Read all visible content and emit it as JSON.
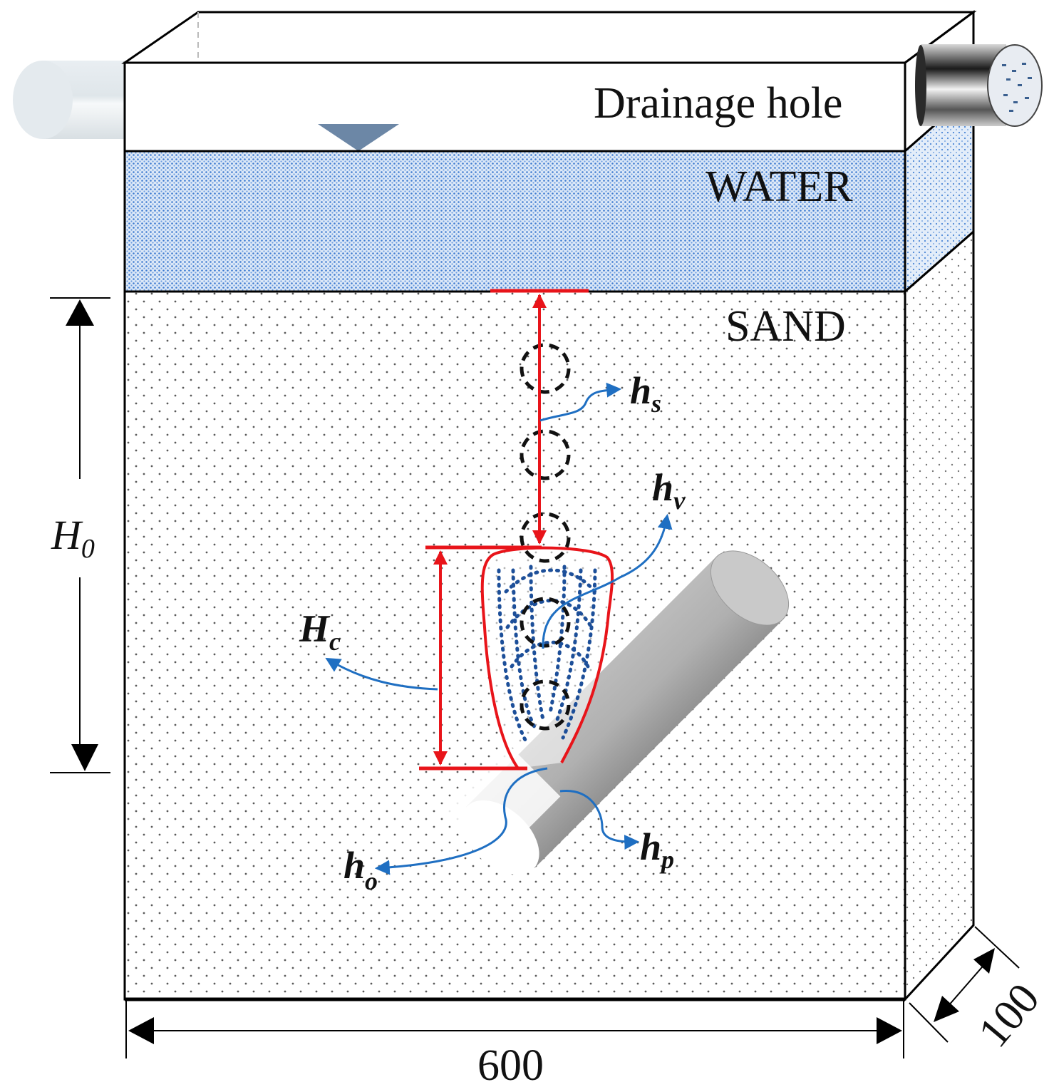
{
  "labels": {
    "drainage_hole": "Drainage hole",
    "water": "WATER",
    "sand": "SAND",
    "h0_main": "H",
    "h0_sub": "0",
    "hs_main": "h",
    "hs_sub": "s",
    "hv_main": "h",
    "hv_sub": "v",
    "hc_main": "H",
    "hc_sub": "c",
    "ho_main": "h",
    "ho_sub": "o",
    "hp_main": "h",
    "hp_sub": "p",
    "width_dim": "600",
    "depth_dim": "100"
  },
  "colors": {
    "water_fill": "#5b8fd6",
    "sand_dots": "#555555",
    "measure_red": "#e8141a",
    "annotation_blue": "#1f6fc2",
    "cavity_dots": "#1d4f99",
    "outline": "#000000"
  }
}
